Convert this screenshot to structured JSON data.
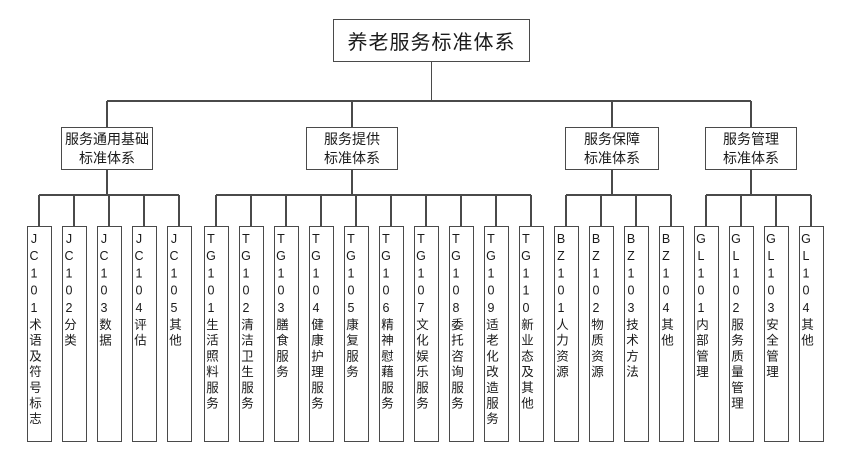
{
  "title": "养老服务标准体系",
  "groups": [
    {
      "line1": "服务通用基础",
      "line2": "标准体系",
      "children": [
        {
          "code": "JC101",
          "label": "术语及符号标志"
        },
        {
          "code": "JC102",
          "label": "分类"
        },
        {
          "code": "JC103",
          "label": "数据"
        },
        {
          "code": "JC104",
          "label": "评估"
        },
        {
          "code": "JC105",
          "label": "其他"
        }
      ]
    },
    {
      "line1": "服务提供",
      "line2": "标准体系",
      "children": [
        {
          "code": "TG101",
          "label": "生活照料服务"
        },
        {
          "code": "TG102",
          "label": "清洁卫生服务"
        },
        {
          "code": "TG103",
          "label": "膳食服务"
        },
        {
          "code": "TG104",
          "label": "健康护理服务"
        },
        {
          "code": "TG105",
          "label": "康复服务"
        },
        {
          "code": "TG106",
          "label": "精神慰藉服务"
        },
        {
          "code": "TG107",
          "label": "文化娱乐服务"
        },
        {
          "code": "TG108",
          "label": "委托咨询服务"
        },
        {
          "code": "TG109",
          "label": "适老化改造服务"
        },
        {
          "code": "TG110",
          "label": "新业态及其他"
        }
      ]
    },
    {
      "line1": "服务保障",
      "line2": "标准体系",
      "children": [
        {
          "code": "BZ101",
          "label": "人力资源"
        },
        {
          "code": "BZ102",
          "label": "物质资源"
        },
        {
          "code": "BZ103",
          "label": "技术方法"
        },
        {
          "code": "BZ104",
          "label": "其他"
        }
      ]
    },
    {
      "line1": "服务管理",
      "line2": "标准体系",
      "children": [
        {
          "code": "GL101",
          "label": "内部管理"
        },
        {
          "code": "GL102",
          "label": "服务质量管理"
        },
        {
          "code": "GL103",
          "label": "安全管理"
        },
        {
          "code": "GL104",
          "label": "其他"
        }
      ]
    }
  ],
  "colors": {
    "line": "#4a4a4a",
    "text": "#1a1a1a",
    "background": "#ffffff"
  }
}
